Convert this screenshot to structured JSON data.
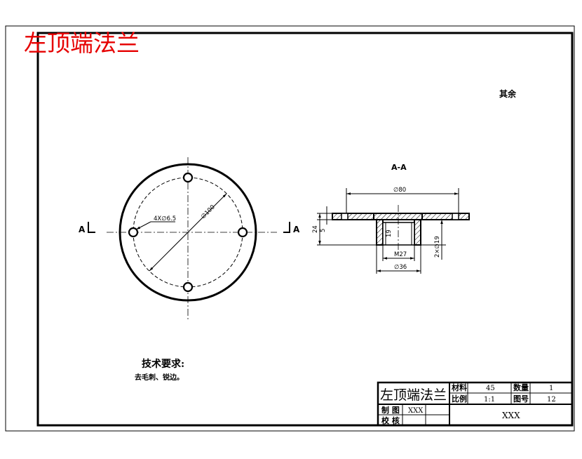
{
  "title_red": "左顶端法兰",
  "remainder_note": "其余",
  "section_label": "A-A",
  "section_marks": {
    "left": "A",
    "right": "A"
  },
  "dimensions": {
    "holes": "4X∅6.5",
    "pcd": "∅100",
    "flange_od": "∅80",
    "overall_height": "24",
    "flange_thickness": "5",
    "boss_height": "19",
    "thread": "M27",
    "boss_od": "∅36",
    "coaxial": "2×∅19"
  },
  "tech_requirements": {
    "heading": "技术要求:",
    "body": "去毛刺、锐边。"
  },
  "title_block": {
    "part_name": "左顶端法兰",
    "material_label": "材料",
    "material_value": "45",
    "quantity_label": "数量",
    "quantity_value": "1",
    "scale_label": "比例",
    "scale_value": "1:1",
    "drawing_no_label": "图号",
    "drawing_no_value": "12",
    "drawn_label": "制 图",
    "drawn_value": "XXX",
    "checked_label": "校 核",
    "company": "XXX"
  },
  "colors": {
    "title_red": "#e60000",
    "line": "#000000"
  }
}
